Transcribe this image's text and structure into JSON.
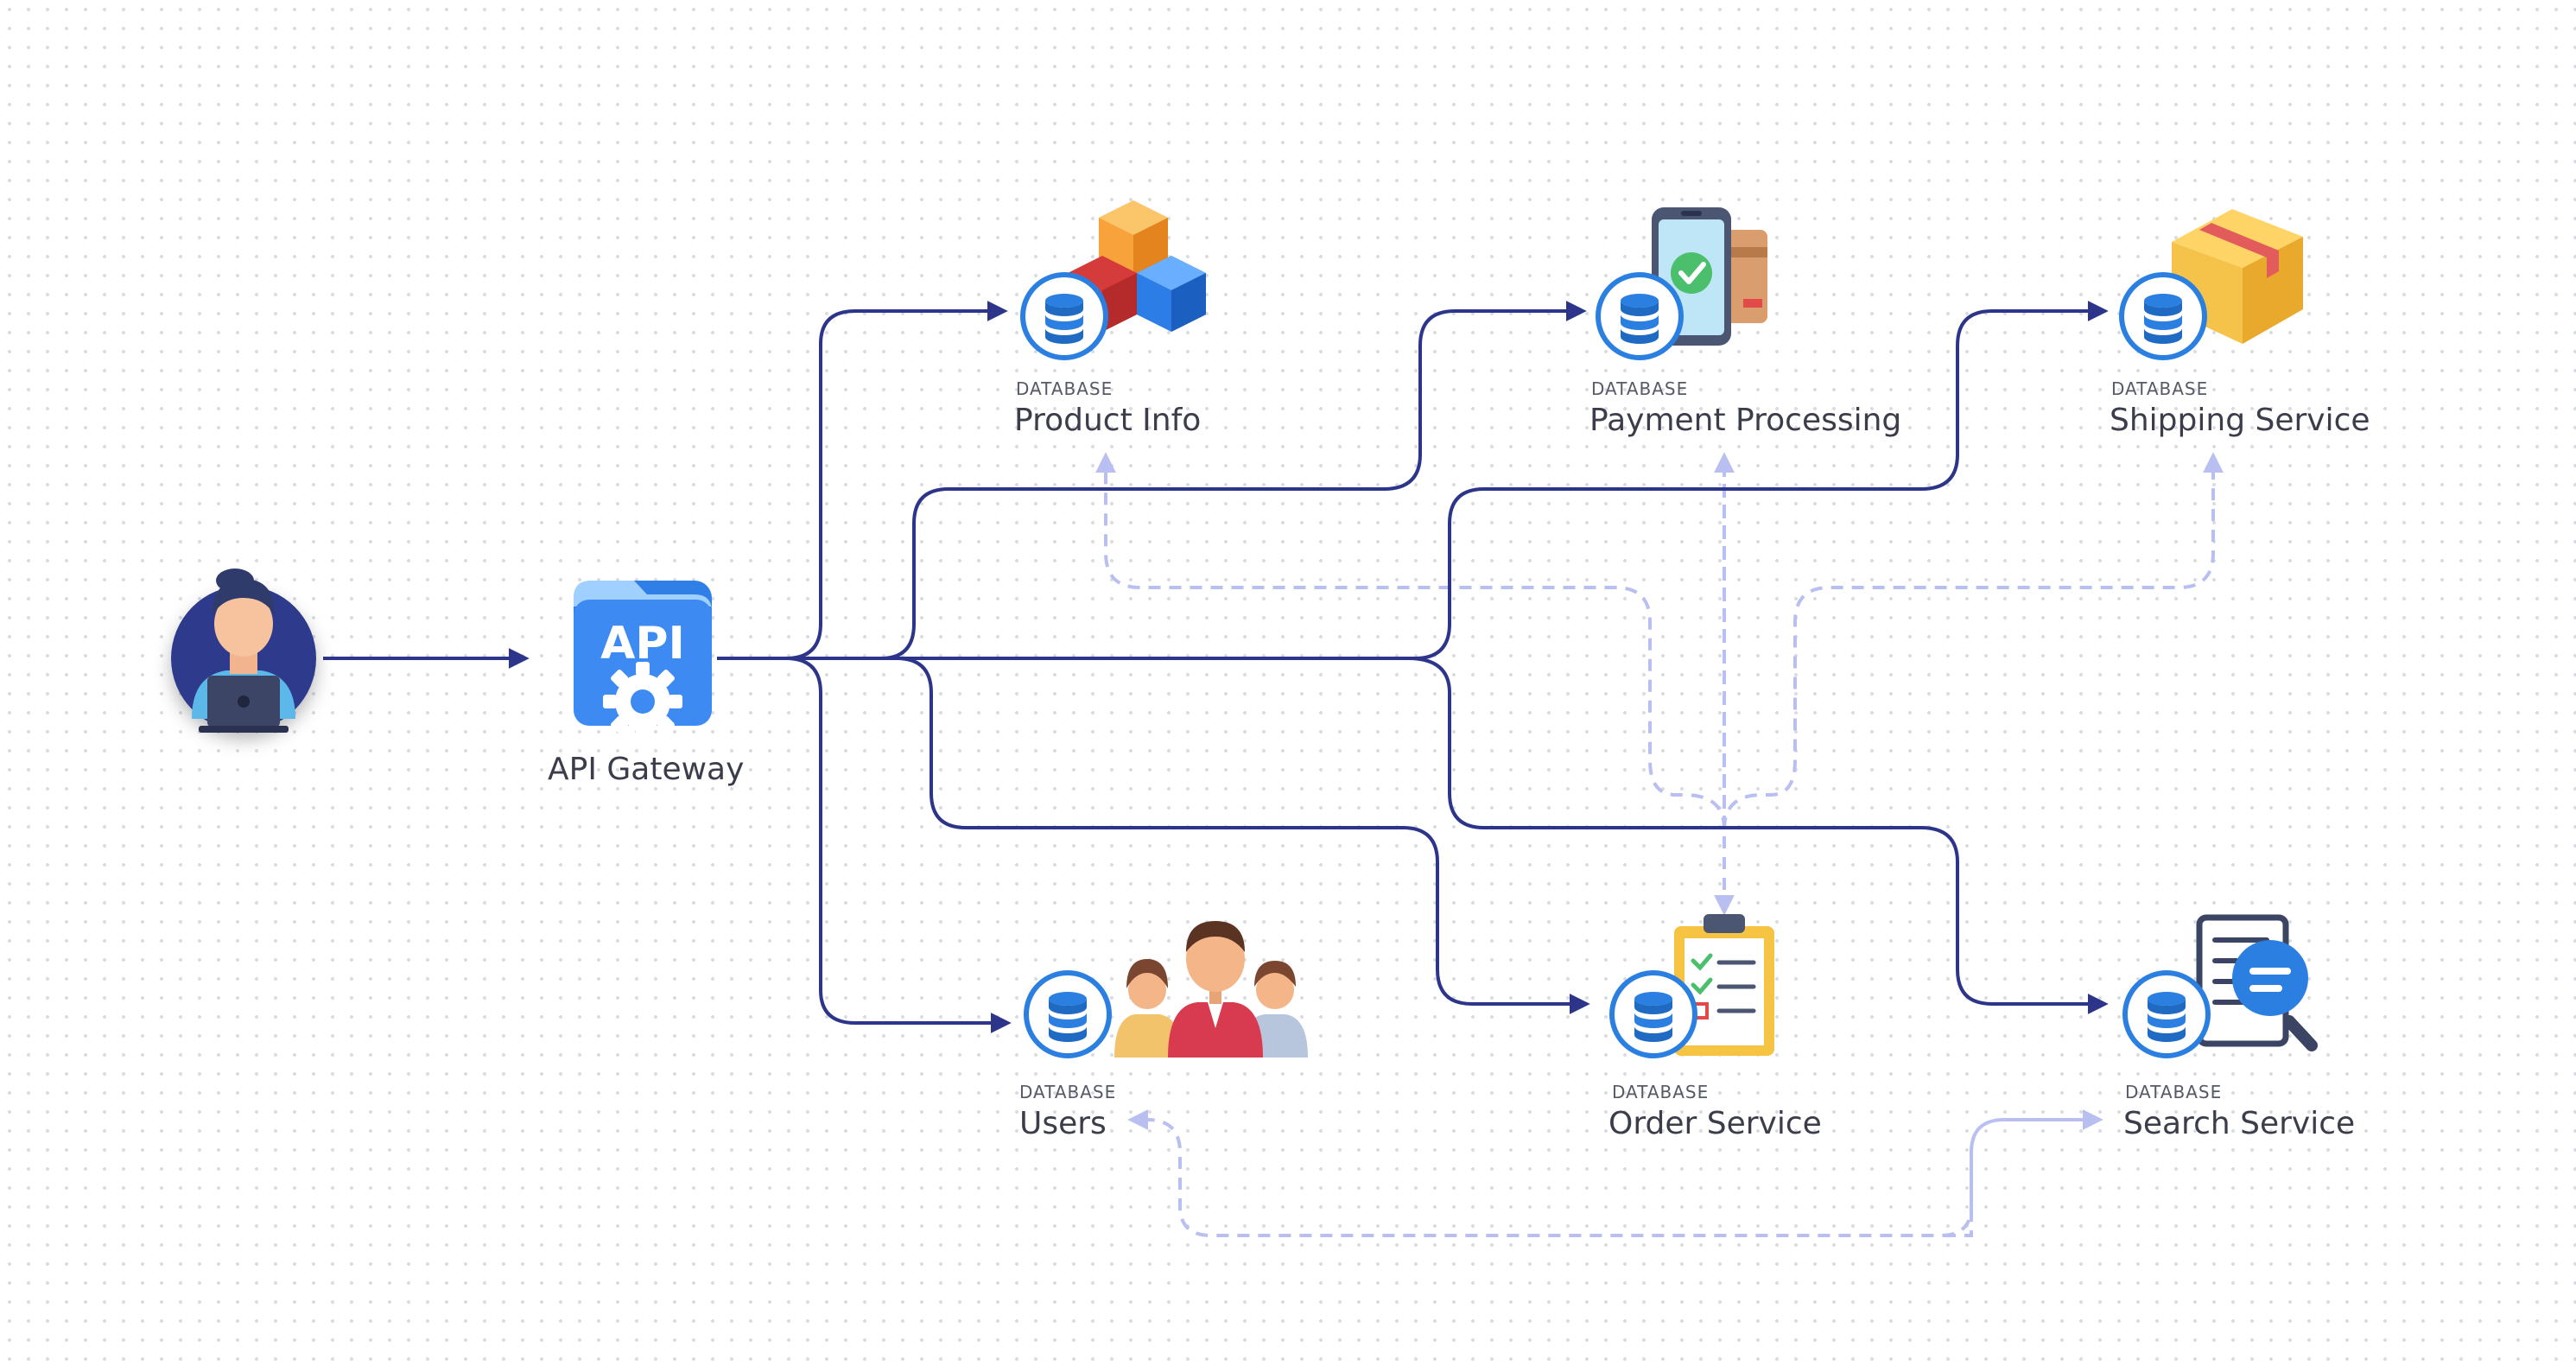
{
  "diagram": {
    "colors": {
      "primary_edge": "#2c3589",
      "dependency_edge": "#b9bff0",
      "db_badge": "#2a7fe0",
      "background_dot": "#d9dce3"
    },
    "client": {
      "icon": "user-laptop-icon"
    },
    "gateway": {
      "label": "API Gateway",
      "icon_text": "API",
      "icon": "api-gear-icon"
    },
    "services": [
      {
        "id": "product",
        "name": "Product Info",
        "tag": "DATABASE",
        "icon": "cubes-icon"
      },
      {
        "id": "payment",
        "name": "Payment Processing",
        "tag": "DATABASE",
        "icon": "phone-payment-icon"
      },
      {
        "id": "shipping",
        "name": "Shipping Service",
        "tag": "DATABASE",
        "icon": "shipping-box-icon"
      },
      {
        "id": "users",
        "name": "Users",
        "tag": "DATABASE",
        "icon": "people-icon"
      },
      {
        "id": "order",
        "name": "Order Service",
        "tag": "DATABASE",
        "icon": "clipboard-checklist-icon"
      },
      {
        "id": "search",
        "name": "Search Service",
        "tag": "DATABASE",
        "icon": "search-document-icon"
      }
    ],
    "edges": [
      {
        "from": "client",
        "to": "gateway",
        "style": "solid"
      },
      {
        "from": "gateway",
        "to": "product",
        "style": "solid"
      },
      {
        "from": "gateway",
        "to": "payment",
        "style": "solid"
      },
      {
        "from": "gateway",
        "to": "shipping",
        "style": "solid"
      },
      {
        "from": "gateway",
        "to": "users",
        "style": "solid"
      },
      {
        "from": "gateway",
        "to": "order",
        "style": "solid"
      },
      {
        "from": "gateway",
        "to": "search",
        "style": "solid"
      },
      {
        "from": "order",
        "to": "product",
        "style": "dashed"
      },
      {
        "from": "order",
        "to": "payment",
        "style": "dashed"
      },
      {
        "from": "order",
        "to": "shipping",
        "style": "dashed"
      },
      {
        "from": "payment",
        "to": "order",
        "style": "dashed"
      },
      {
        "from": "search",
        "to": "users",
        "style": "dashed"
      },
      {
        "from": "users",
        "to": "search",
        "style": "dashed"
      }
    ]
  }
}
